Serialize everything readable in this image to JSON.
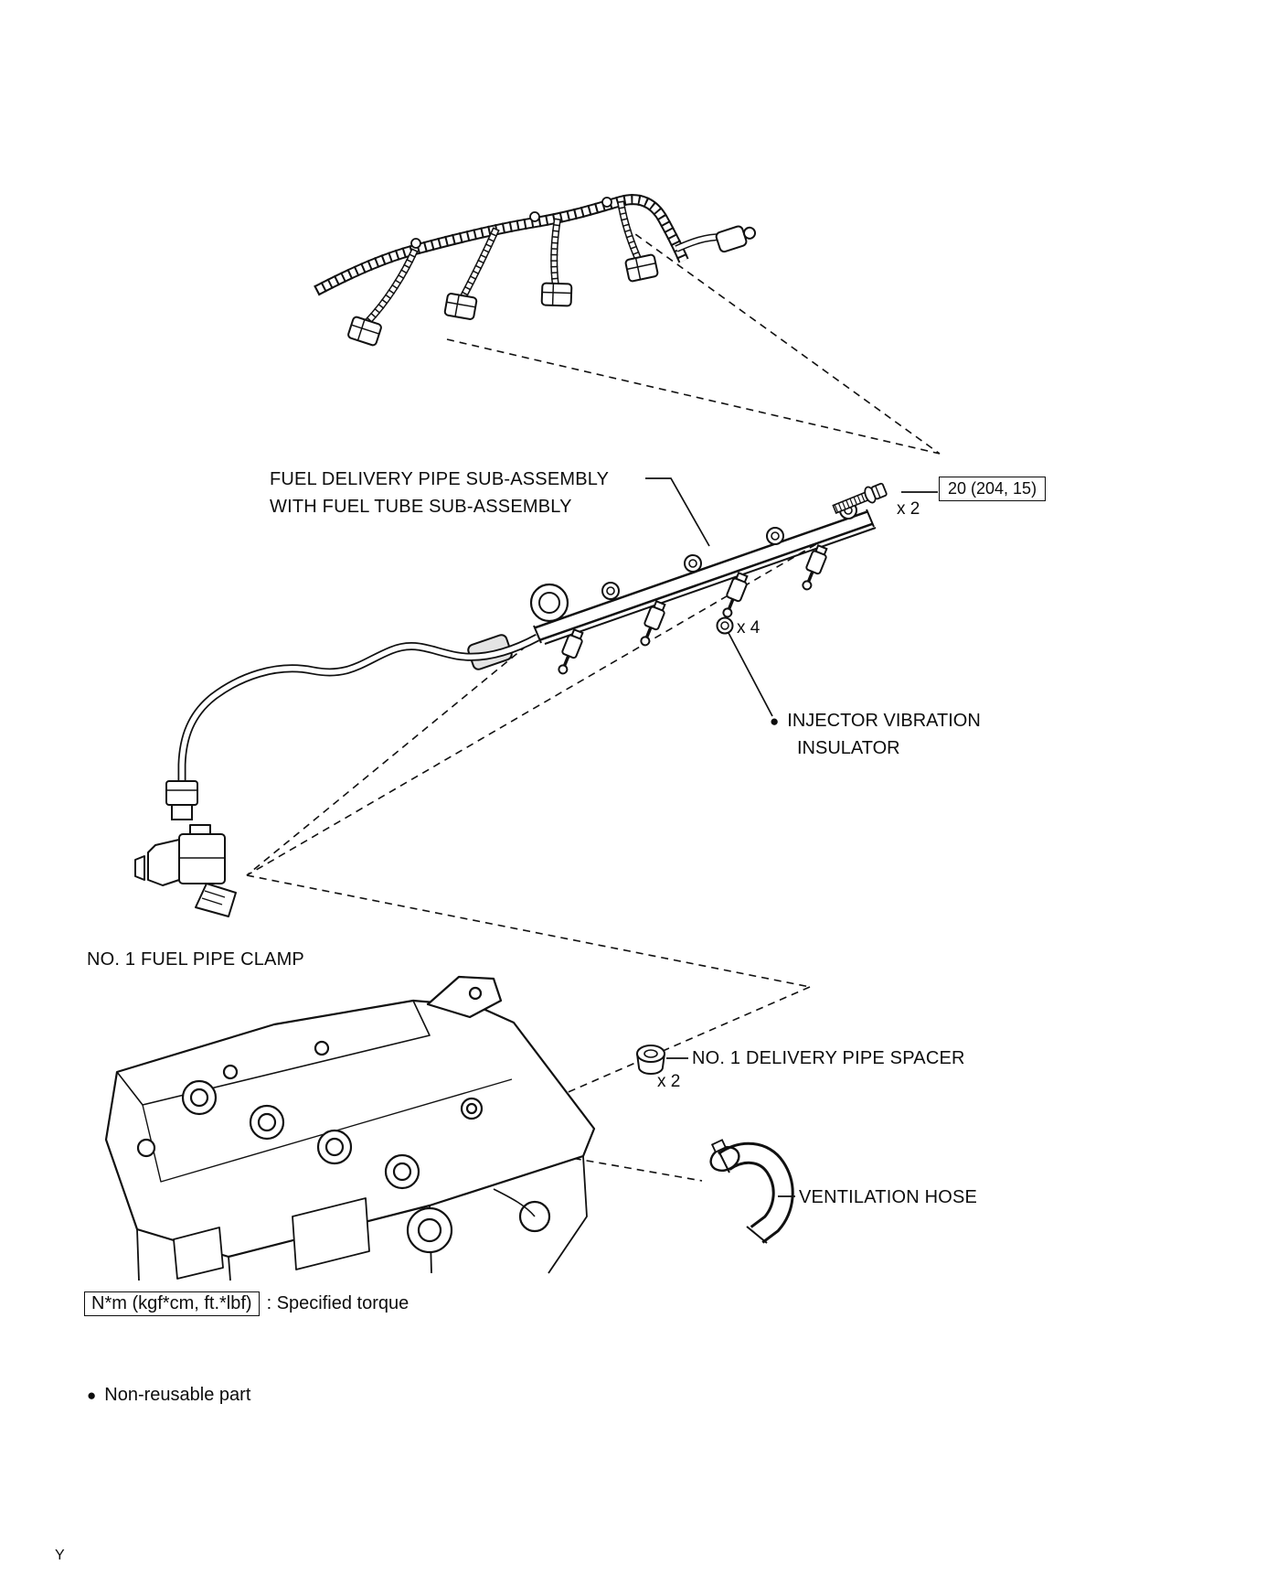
{
  "figure": {
    "parts": {
      "fuel_delivery_pipe": {
        "label_line1": "FUEL DELIVERY PIPE SUB-ASSEMBLY",
        "label_line2": "WITH FUEL TUBE SUB-ASSEMBLY"
      },
      "bolt": {
        "torque": "20 (204, 15)",
        "quantity": "x 2"
      },
      "injector_vibration_insulator": {
        "quantity": "x 4",
        "bullet": "●",
        "label_line1": "INJECTOR VIBRATION",
        "label_line2": "INSULATOR"
      },
      "fuel_pipe_clamp": {
        "label": "NO. 1 FUEL PIPE CLAMP"
      },
      "delivery_pipe_spacer": {
        "label": "NO. 1 DELIVERY PIPE SPACER",
        "quantity": "x 2"
      },
      "ventilation_hose": {
        "label": "VENTILATION HOSE"
      }
    },
    "legend": {
      "torque_symbol": "N*m (kgf*cm, ft.*lbf)",
      "torque_meaning": ": Specified torque",
      "nonreusable_bullet": "●",
      "nonreusable_meaning": "Non-reusable part"
    },
    "page_marker": "Y",
    "colors": {
      "ink": "#0d0d0d",
      "paper": "#ffffff"
    }
  }
}
